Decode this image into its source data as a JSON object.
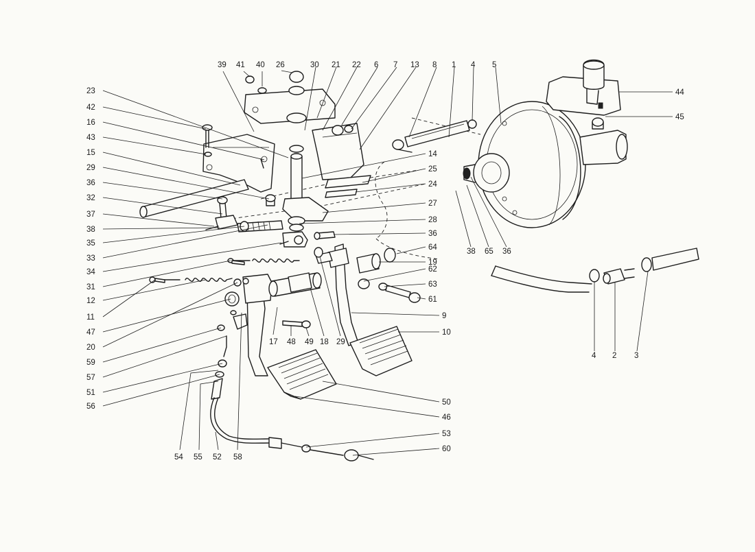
{
  "callouts": [
    "39",
    "41",
    "40",
    "26",
    "30",
    "21",
    "22",
    "6",
    "7",
    "13",
    "8",
    "1",
    "4",
    "5",
    "44",
    "45",
    "23",
    "42",
    "16",
    "43",
    "15",
    "29",
    "36",
    "32",
    "37",
    "38",
    "35",
    "33",
    "34",
    "31",
    "12",
    "11",
    "47",
    "20",
    "59",
    "57",
    "51",
    "56",
    "14",
    "25",
    "24",
    "27",
    "28",
    "36",
    "64",
    "19",
    "62",
    "63",
    "61",
    "9",
    "10",
    "38",
    "65",
    "36",
    "4",
    "2",
    "3",
    "17",
    "48",
    "49",
    "18",
    "29",
    "50",
    "46",
    "53",
    "60",
    "54",
    "55",
    "52",
    "58"
  ],
  "colors": {
    "ink": "#1d1d1d",
    "paper": "#fbfbf7"
  }
}
